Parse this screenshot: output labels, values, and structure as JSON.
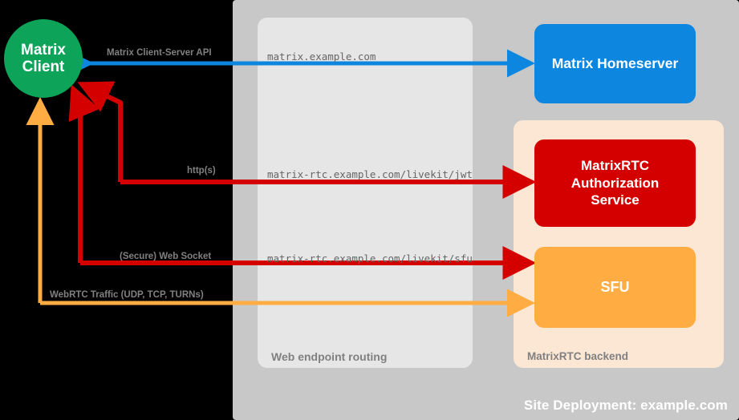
{
  "site": {
    "title": "Site Deployment: example.com",
    "bg_color": "#c8c8c8"
  },
  "panels": {
    "web_routing": {
      "title": "Web endpoint routing",
      "bg_color": "#e6e6e6"
    },
    "rtc_backend": {
      "title": "MatrixRTC backend",
      "bg_color": "#fce6d4"
    }
  },
  "nodes": {
    "client": {
      "line1": "Matrix",
      "line2": "Client",
      "color": "#0da45a"
    },
    "homeserver": {
      "label": "Matrix Homeserver",
      "color": "#0d86e0"
    },
    "auth": {
      "line1": "MatrixRTC",
      "line2": "Authorization",
      "line3": "Service",
      "color": "#d40000"
    },
    "sfu": {
      "label": "SFU",
      "color": "#ffad42"
    }
  },
  "edges": [
    {
      "protocol": "Matrix Client-Server API",
      "endpoint": "matrix.example.com",
      "color": "#0d86e0"
    },
    {
      "protocol": "http(s)",
      "endpoint": "matrix-rtc.example.com/livekit/jwt",
      "color": "#d40000"
    },
    {
      "protocol": "(Secure) Web Socket",
      "endpoint": "matrix-rtc.example.com/livekit/sfu",
      "color": "#d40000"
    },
    {
      "protocol": "WebRTC Traffic (UDP, TCP, TURNs)",
      "endpoint": "",
      "color": "#ffad42"
    }
  ]
}
